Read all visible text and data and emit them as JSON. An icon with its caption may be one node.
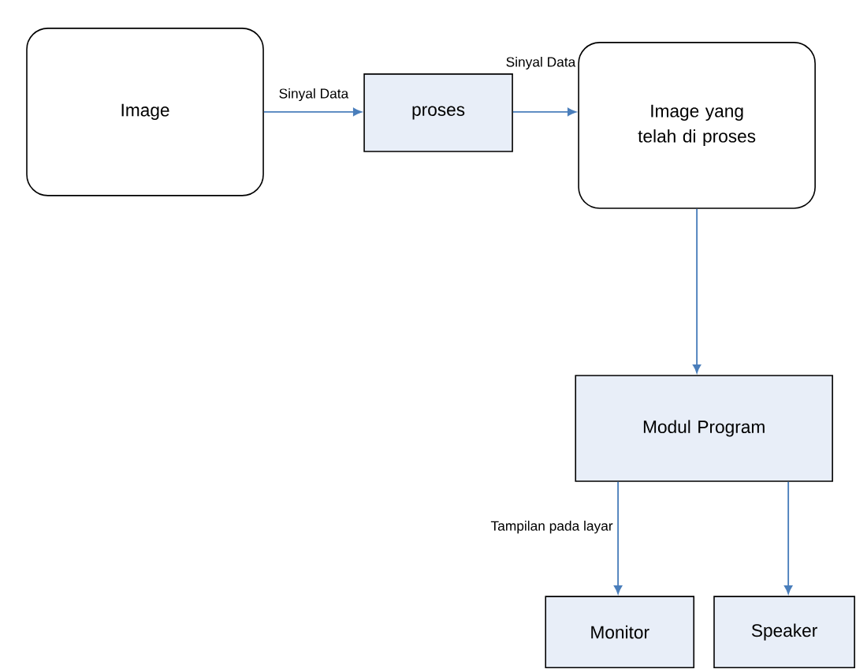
{
  "diagram": {
    "nodes": [
      {
        "text": [
          "Image"
        ]
      },
      {
        "text": [
          "proses"
        ]
      },
      {
        "text": [
          "Image yang telah di proses"
        ]
      },
      {
        "text": [
          "Modul Program"
        ]
      },
      {
        "text": [
          "Monitor"
        ]
      },
      {
        "text": [
          "Speaker"
        ]
      }
    ],
    "edges": [
      {
        "from": 0,
        "to": 1,
        "arrow": "to",
        "label": "Sinyal Data"
      },
      {
        "from": 1,
        "to": 2,
        "arrow": "to",
        "label": "Sinyal Data"
      },
      {
        "from": 2,
        "to": 3,
        "arrow": "to"
      },
      {
        "from": 3,
        "to": 4,
        "arrow": "to",
        "label": "Tampilan pada layar"
      },
      {
        "from": 3,
        "to": 5,
        "arrow": "to"
      }
    ]
  }
}
